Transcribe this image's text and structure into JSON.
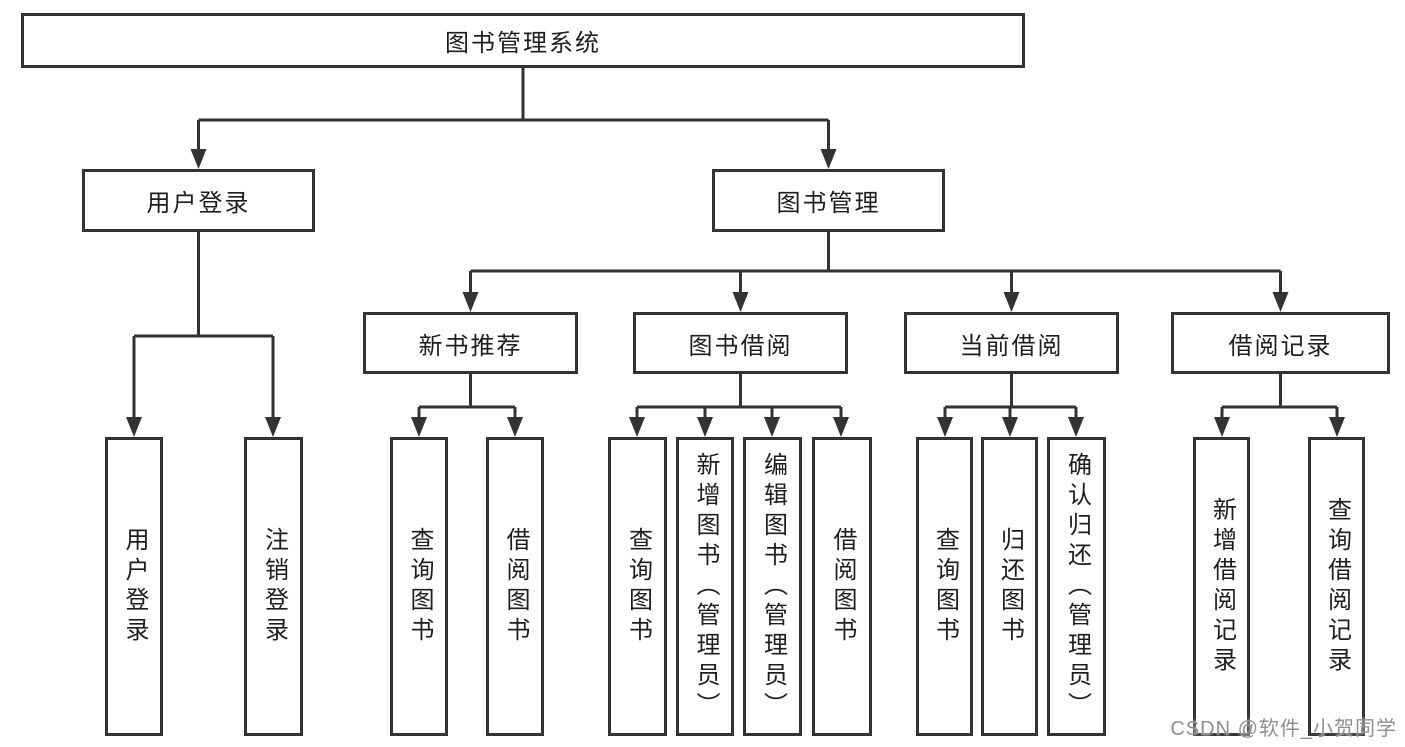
{
  "tree": {
    "root": {
      "label": "图书管理系统"
    },
    "level2": [
      {
        "label": "用户登录",
        "children": [
          {
            "label": "用户登录"
          },
          {
            "label": "注销登录"
          }
        ]
      },
      {
        "label": "图书管理",
        "children": [
          {
            "label": "新书推荐",
            "children": [
              {
                "label": "查询图书"
              },
              {
                "label": "借阅图书"
              }
            ]
          },
          {
            "label": "图书借阅",
            "children": [
              {
                "label": "查询图书"
              },
              {
                "label": "新增图书（管理员）"
              },
              {
                "label": "编辑图书（管理员）"
              },
              {
                "label": "借阅图书"
              }
            ]
          },
          {
            "label": "当前借阅",
            "children": [
              {
                "label": "查询图书"
              },
              {
                "label": "归还图书"
              },
              {
                "label": "确认归还（管理员）"
              }
            ]
          },
          {
            "label": "借阅记录",
            "children": [
              {
                "label": "新增借阅记录"
              },
              {
                "label": "查询借阅记录"
              }
            ]
          }
        ]
      }
    ]
  },
  "watermark": {
    "text": "CSDN @软件_小贺同学"
  },
  "colors": {
    "line": "#333333",
    "text": "#1e1e1e",
    "watermark": "#8f8f8f",
    "background": "#ffffff"
  }
}
